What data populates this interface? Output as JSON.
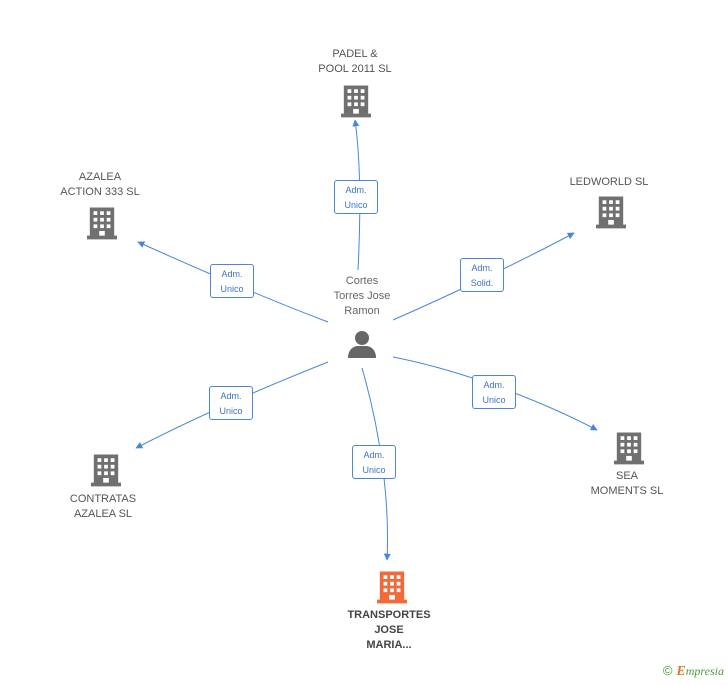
{
  "center": {
    "name": "Cortes\nTorres Jose\nRamon",
    "icon": "person-icon"
  },
  "companies": [
    {
      "id": "padel",
      "name": "PADEL &\nPOOL 2011  SL",
      "role": "Adm.\nUnico",
      "icon": "building-icon",
      "highlight": false
    },
    {
      "id": "azalea-action",
      "name": "AZALEA\nACTION 333 SL",
      "role": "Adm.\nUnico",
      "icon": "building-icon",
      "highlight": false
    },
    {
      "id": "ledworld",
      "name": "LEDWORLD SL",
      "role": "Adm.\nSolid.",
      "icon": "building-icon",
      "highlight": false
    },
    {
      "id": "contratas",
      "name": "CONTRATAS\nAZALEA SL",
      "role": "Adm.\nUnico",
      "icon": "building-icon",
      "highlight": false
    },
    {
      "id": "sea",
      "name": "SEA\nMOMENTS SL",
      "role": "Adm.\nUnico",
      "icon": "building-icon",
      "highlight": false
    },
    {
      "id": "transportes",
      "name": "TRANSPORTES\nJOSE\nMARIA...",
      "role": "Adm.\nUnico",
      "icon": "building-icon",
      "highlight": true
    }
  ],
  "colors": {
    "edge": "#4a86d8",
    "building": "#707070",
    "building_highlight": "#f26a3a",
    "person": "#666666"
  },
  "footer": {
    "copyright": "©",
    "brand_first": "E",
    "brand_rest": "mpresia"
  }
}
